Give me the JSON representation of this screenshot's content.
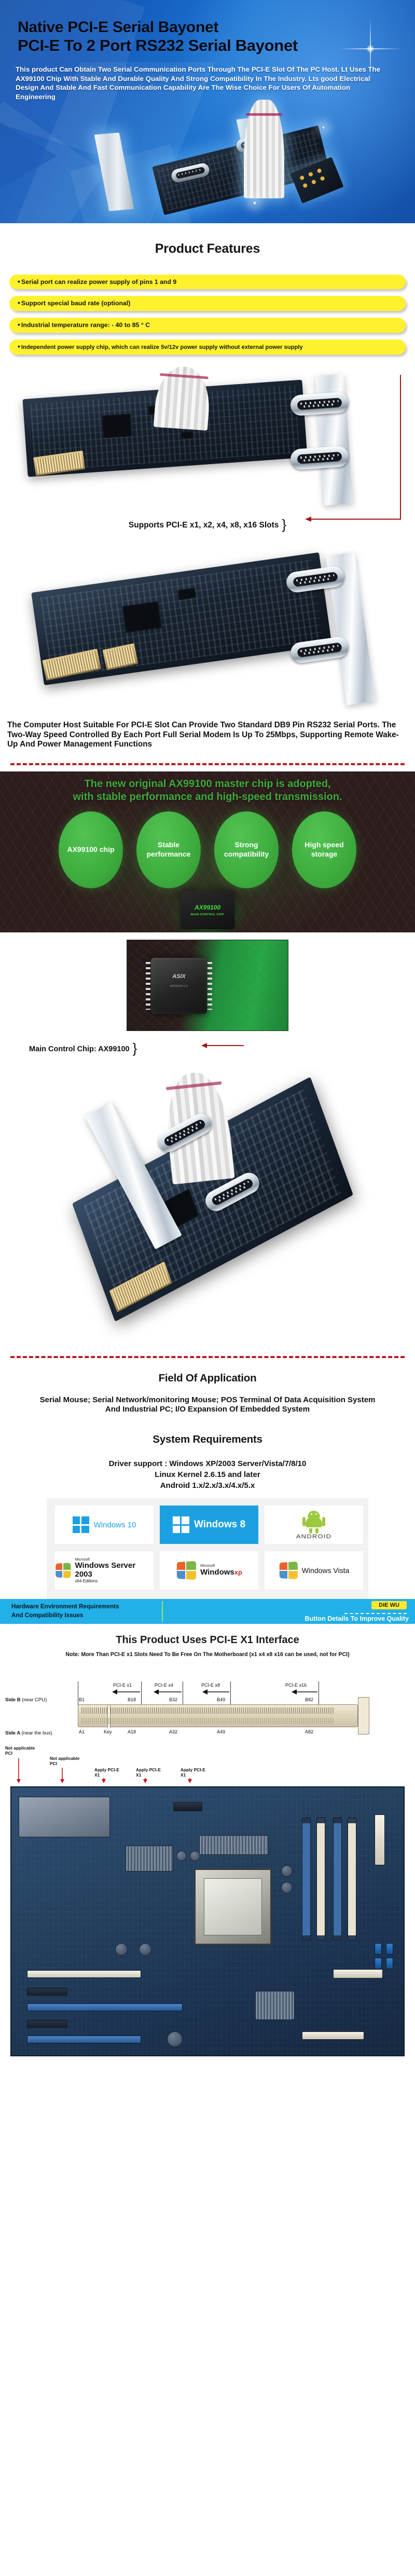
{
  "hero": {
    "title_line1": "Native PCI-E Serial Bayonet",
    "title_line2": "PCI-E To 2 Port RS232 Serial Bayonet",
    "description": "This product Can Obtain Two Serial Communication Ports Through The PCI-E Slot Of The PC Host. Lt Uses The AX99100 Chip With Stable And Durable Quality And Strong Compatibility In The Industry. Lts good Electrical Design And Stable And Fast Communication Capability Are The Wise Choice For Users Of Automation Engineering"
  },
  "product_features": {
    "heading": "Product Features",
    "items": [
      "Serial port can realize power supply of pins 1 and 9",
      "Support special baud rate (optional)",
      "Industrial temperature range: - 40 to 85 ° C",
      "Independent power supply chip, which can realize 5v/12v power supply without external power supply"
    ]
  },
  "slot_caption": "Supports PCI-E x1, x2, x4, x8, x16 Slots",
  "host_description": "The Computer Host Suitable For PCI-E Slot Can Provide Two Standard DB9 Pin RS232 Serial Ports. The Two-Way Speed Controlled By Each Port Full Serial Modem Is Up To 25Mbps, Supporting Remote Wake-Up And Power Management Functions",
  "chip_banner": {
    "headline_line1": "The new original AX99100 master chip is adopted,",
    "headline_line2": "with stable performance and high-speed transmission.",
    "bubbles": [
      "AX99100 chip",
      "Stable performance",
      "Strong compatibility",
      "High speed storage"
    ],
    "ic_name": "AX99100",
    "ic_sub": "MAIN CONTROL CHIP"
  },
  "main_control": {
    "caption": "Main Control Chip: AX99100",
    "chip_brand": "ASIX",
    "chip_part": "AX99100 LF"
  },
  "field_of_application": {
    "heading": "Field Of Application",
    "body": "Serial Mouse; Serial Network/monitoring Mouse; POS Terminal Of Data Acquisition System And Industrial PC; I/O Expansion Of Embedded System"
  },
  "system_requirements": {
    "heading": "System Requirements",
    "driver_label": "Driver support :",
    "lines": [
      "Windows XP/2003 Server/Vista/7/8/10",
      "Linux Kernel 2.6.15 and later",
      "Android 1.x/2.x/3.x/4.x/5.x"
    ]
  },
  "os_logos": [
    {
      "name": "Windows 10",
      "type": "win-flag-blue"
    },
    {
      "name": "Windows 8",
      "type": "win-flag-cyan"
    },
    {
      "name": "ANDROID",
      "type": "android"
    },
    {
      "name": "Windows Server 2003",
      "vendor": "Microsoft",
      "edition": "x64 Editions",
      "type": "win-server"
    },
    {
      "name": "Windows",
      "suffix": "xp",
      "vendor": "Microsoft",
      "type": "win-xp"
    },
    {
      "name": "Windows Vista",
      "type": "win-vista"
    }
  ],
  "blue_strip": {
    "left_line1": "Hardware Environment Requirements",
    "left_line2": "And Compatibility Issues",
    "badge": "DIE WU",
    "right": "Button Details To Improve Quality",
    "badge_bg": "#ffe92b",
    "strip_bg": "#22b0e8"
  },
  "pcie_interface": {
    "title": "This Product Uses PCI-E X1 Interface",
    "note": "Note: More Than PCI-E x1 Slots Need To Be Free On The Motherboard (x1 x4 x8 x16 can be used, not for PCI)",
    "side_b_label": "Side B",
    "side_b_sub": "(near CPU)",
    "side_a_label": "Side A",
    "side_a_sub": "(near the bus)",
    "segments": [
      {
        "label": "PCI-E x1",
        "pin_b": "B18",
        "pin_a": "A18"
      },
      {
        "label": "PCI-E x4",
        "pin_b": "B32",
        "pin_a": "A32"
      },
      {
        "label": "PCI-E x8",
        "pin_b": "B49",
        "pin_a": "A49"
      },
      {
        "label": "PCI-E x16",
        "pin_b": "B82",
        "pin_a": "A82"
      }
    ],
    "start_pin_b": "B1",
    "start_pin_a": "A1",
    "key_label": "Key",
    "annotations": [
      "Not applicable PCI",
      "Not applicable PCI",
      "Apply PCI-E X1",
      "Apply PCI-E X1",
      "Apply PCI-E X1"
    ]
  }
}
